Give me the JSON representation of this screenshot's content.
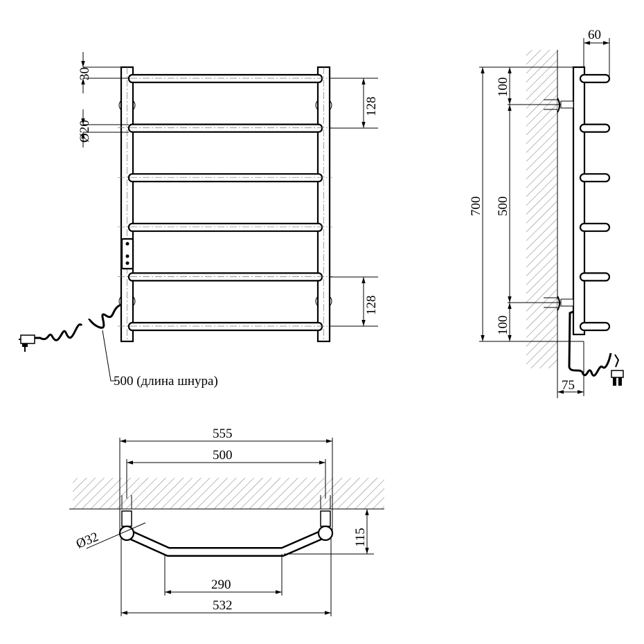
{
  "front_view": {
    "dim_top_offset": "30",
    "dim_tube_diameter": "Ø20",
    "dim_rung_spacing_top": "128",
    "dim_rung_spacing_bottom": "128",
    "cord_label": "500 (длина шнура)",
    "rung_count": 6
  },
  "side_view": {
    "dim_depth": "60",
    "dim_height": "700",
    "dim_mount_top": "100",
    "dim_mount_spacing": "500",
    "dim_mount_bottom": "100",
    "dim_wall_offset": "75"
  },
  "top_view": {
    "dim_overall_width": "555",
    "dim_mount_width": "500",
    "dim_ball_diameter": "Ø32",
    "dim_projection": "115",
    "dim_straight_section": "290",
    "dim_post_width": "532"
  },
  "colors": {
    "line": "#000000",
    "hatch": "#555555",
    "background": "#ffffff"
  }
}
